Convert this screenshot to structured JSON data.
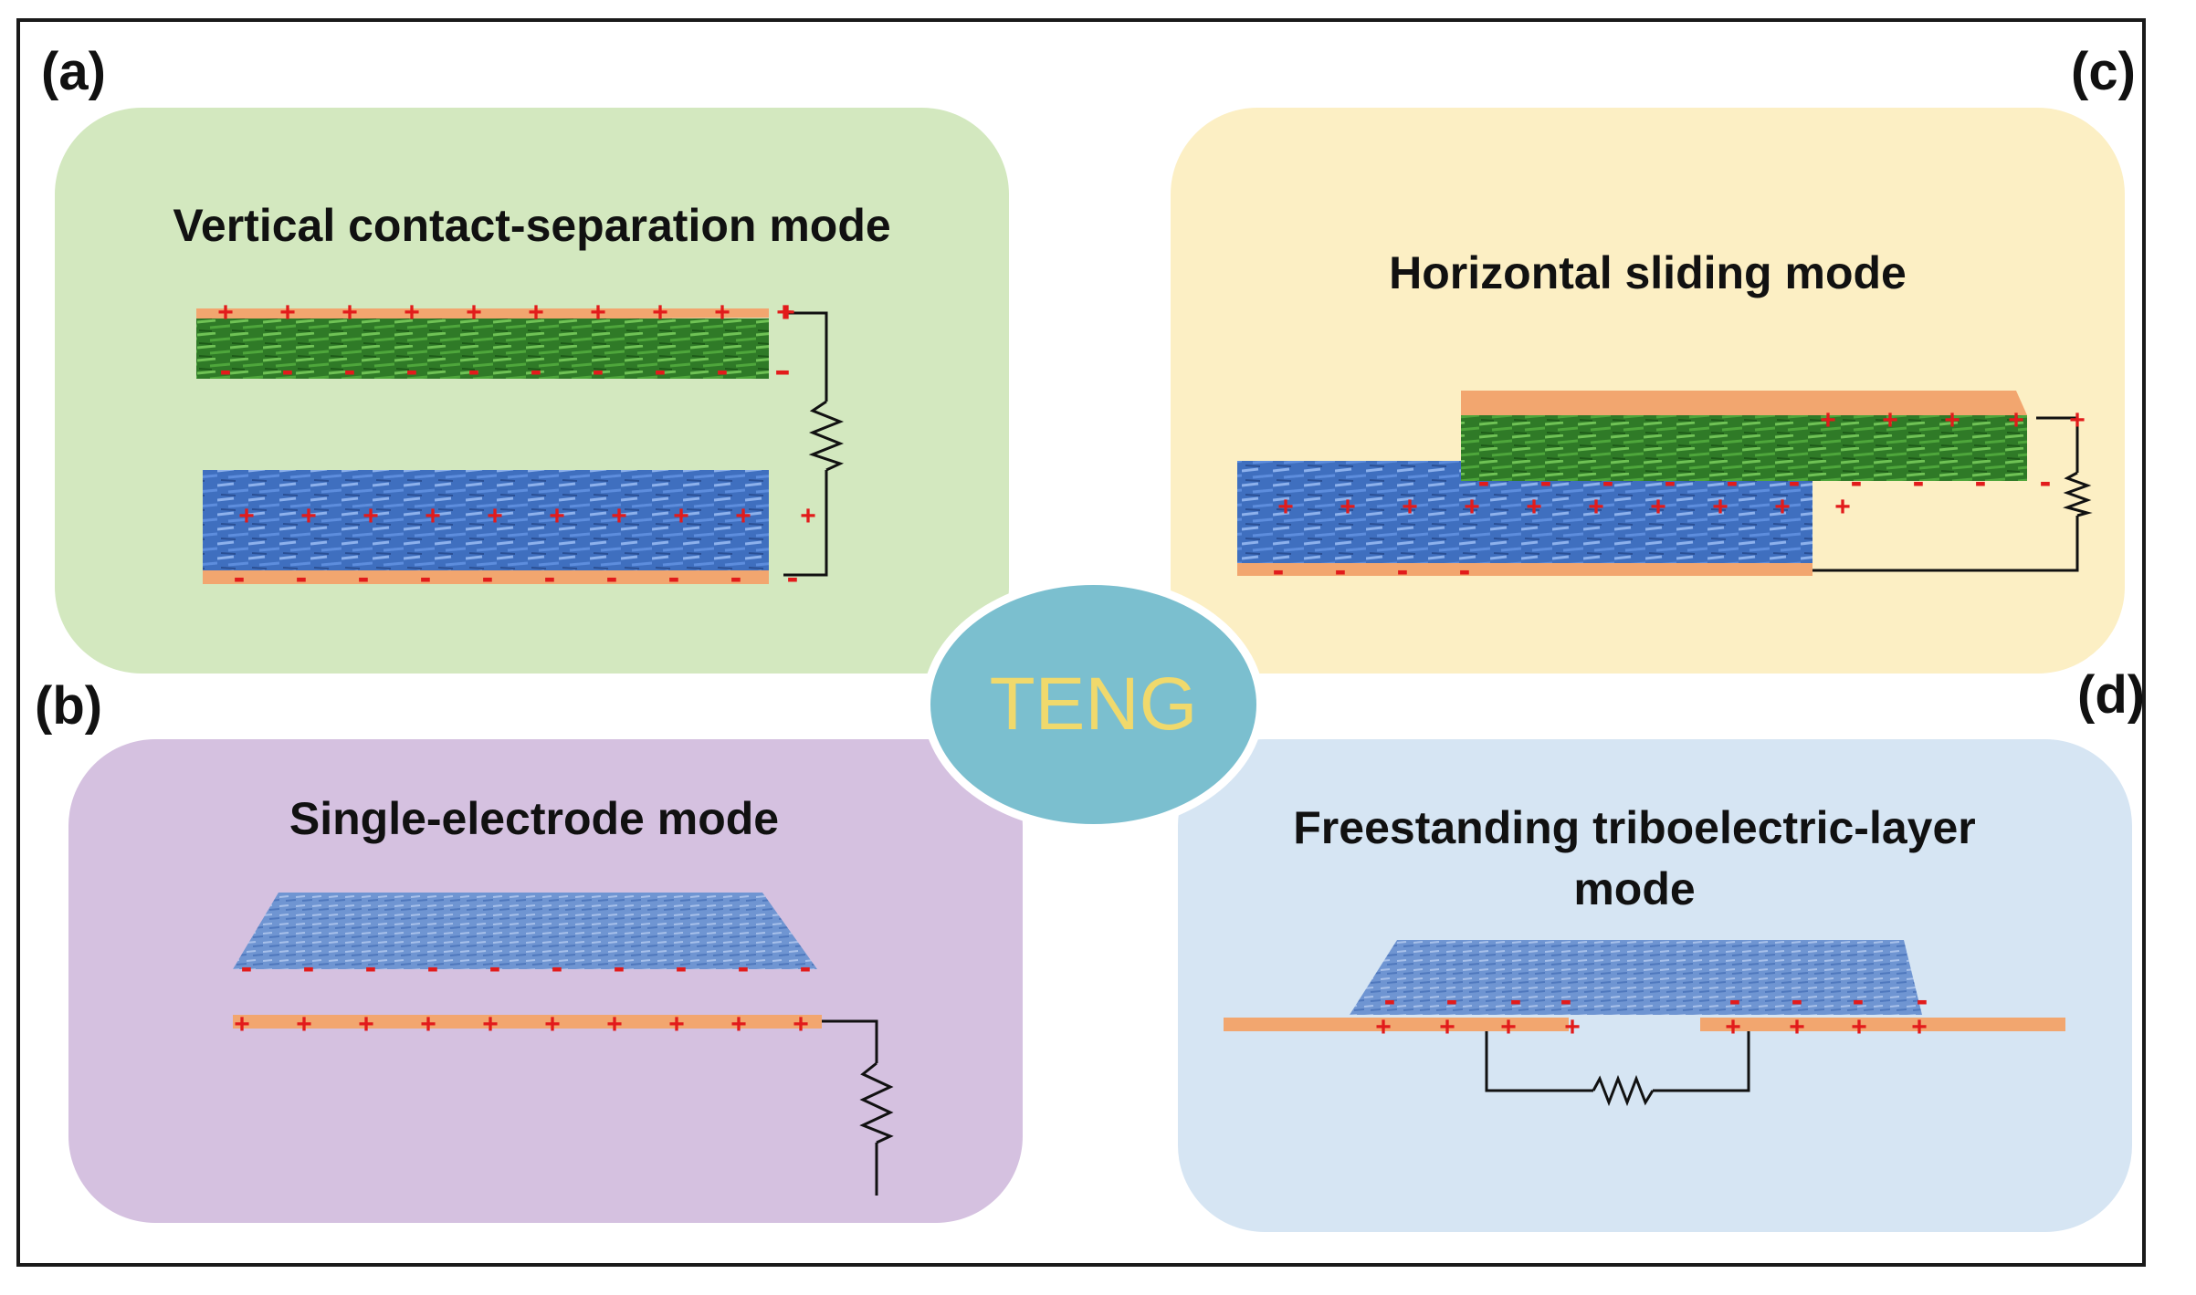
{
  "panel_labels": {
    "a": "(a)",
    "b": "(b)",
    "c": "(c)",
    "d": "(d)"
  },
  "titles": {
    "a": "Vertical contact-separation mode",
    "b": "Single-electrode mode",
    "c": "Horizontal sliding mode",
    "d_line1": "Freestanding triboelectric-layer",
    "d_line2": "mode"
  },
  "center_label": "TENG",
  "colors": {
    "panel_a": "#d3e8bf",
    "panel_b": "#d5c1e0",
    "panel_c": "#fcefc4",
    "panel_d": "#d6e5f3",
    "hub": "#7bbfcf",
    "hub_text": "#f0d96c",
    "electrode": "#f2a66f",
    "green_layer": "#3f8f32",
    "blue_layer": "#4a79c7",
    "charge": "#e21b1b"
  },
  "charge_symbols": {
    "positive": "+",
    "negative": "-"
  }
}
